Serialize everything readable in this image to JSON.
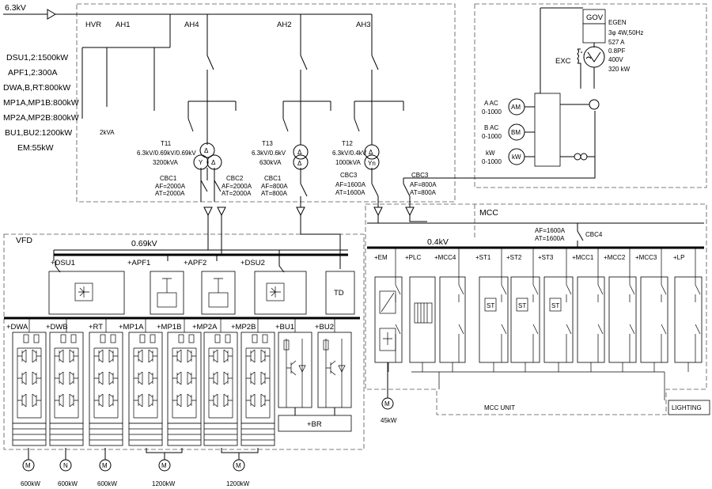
{
  "header": {
    "supply": "6.3kV"
  },
  "legend": [
    "DSU1,2:1500kW",
    "APF1,2:300A",
    "DWA,B,RT:800kW",
    "MP1A,MP1B:800kW",
    "MP2A,MP2B:800kW",
    "BU1,BU2:1200kW",
    "EM:55kW"
  ],
  "switchgear": {
    "panels": [
      "HVR",
      "AH1",
      "AH4",
      "AH2",
      "AH3"
    ],
    "pt_rating": "2kVA",
    "transformers": [
      {
        "name": "T11",
        "ratio": "6.3kV/0.69kV/0.69kV",
        "rating": "3200kVA"
      },
      {
        "name": "T13",
        "ratio": "6.3kV/0.6kV",
        "rating": "630kVA"
      },
      {
        "name": "T12",
        "ratio": "6.3kV/0.4kV",
        "rating": "1000kVA"
      }
    ],
    "winding_letters": {
      "delta": "Δ",
      "star": "Y",
      "star_neutral": "Yn"
    },
    "breakers": [
      {
        "name": "CBC1",
        "af": "AF=2000A",
        "at": "AT=2000A"
      },
      {
        "name": "CBC2",
        "af": "AF=2000A",
        "at": "AT=2000A"
      },
      {
        "name": "CBC1",
        "af": "AF=800A",
        "at": "AT=800A"
      },
      {
        "name": "CBC3",
        "af": "AF=1600A",
        "at": "AT=1600A"
      },
      {
        "name": "CBC3",
        "af": "AF=800A",
        "at": "AT=800A"
      }
    ]
  },
  "generator": {
    "gov": "GOV",
    "exc": "EXC",
    "specs": [
      "EGEN",
      "3φ 4W,50Hz",
      "527 A",
      "0.8PF",
      "400V",
      "320 kW"
    ],
    "meters": [
      {
        "label": "A AC",
        "range": "0-1000",
        "symbol": "AM"
      },
      {
        "label": "B AC",
        "range": "0-1000",
        "symbol": "BM"
      },
      {
        "label": "kW",
        "range": "0-1000",
        "symbol": "kW"
      }
    ]
  },
  "vfd": {
    "title": "VFD",
    "bus_voltage": "0.69kV",
    "top_units": [
      "+DSU1",
      "+APF1",
      "+APF2",
      "+DSU2"
    ],
    "td": "TD",
    "drives": [
      "+DWA",
      "+DWB",
      "+RT",
      "+MP1A",
      "+MP1B",
      "+MP2A",
      "+MP2B",
      "+BU1",
      "+BU2"
    ],
    "br": "+BR",
    "motors": [
      {
        "symbol": "M",
        "rating": "600kW"
      },
      {
        "symbol": "N",
        "rating": "600kW"
      },
      {
        "symbol": "M",
        "rating": "600kW"
      },
      {
        "symbol": "M",
        "rating": "1200kW"
      },
      {
        "symbol": "M",
        "rating": "1200kW"
      }
    ]
  },
  "mcc": {
    "title": "MCC",
    "bus_voltage": "0.4kV",
    "main_breaker": {
      "name": "CBC4",
      "af": "AF=1600A",
      "at": "AT=1600A"
    },
    "feeders": [
      "+EM",
      "+PLC",
      "+MCC4",
      "+ST1",
      "+ST2",
      "+ST3",
      "+MCC1",
      "+MCC2",
      "+MCC3",
      "+LP"
    ],
    "starter": "ST",
    "motor": {
      "symbol": "M",
      "rating": "45kW"
    },
    "unit_label": "MCC UNIT",
    "lighting": "LIGHTING"
  }
}
